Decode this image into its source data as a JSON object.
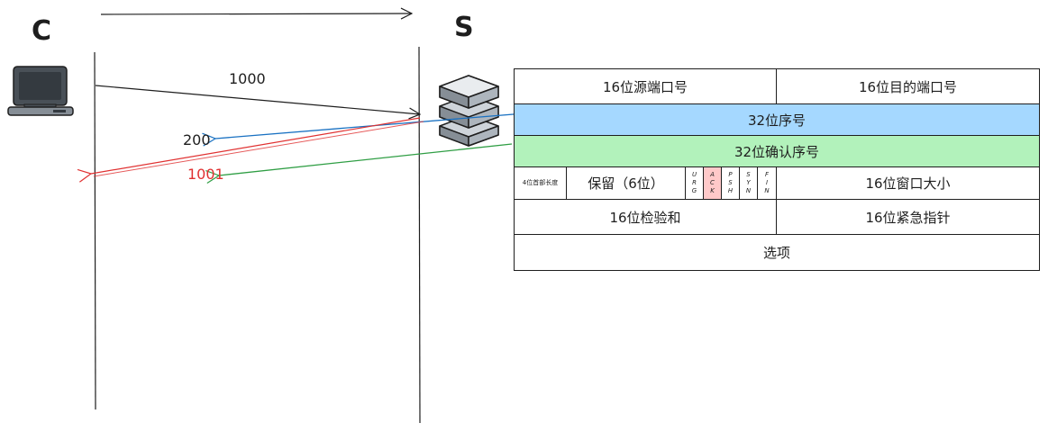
{
  "nodes": {
    "client_label": "C",
    "server_label": "S"
  },
  "messages": {
    "syn_seq": "1000",
    "ack_seq": "200",
    "ack_num": "1001"
  },
  "tcp_header": {
    "row1": {
      "src_port": "16位源端口号",
      "dst_port": "16位目的端口号"
    },
    "row2": {
      "seq": "32位序号"
    },
    "row3": {
      "ack": "32位确认序号"
    },
    "row4": {
      "header_len": "4位首部长度",
      "reserved": "保留（6位）",
      "flags": [
        "URG",
        "ACK",
        "PSH",
        "SYN",
        "FIN"
      ],
      "window": "16位窗口大小"
    },
    "row5": {
      "checksum": "16位检验和",
      "urgent": "16位紧急指针"
    },
    "row6": {
      "options": "选项"
    }
  },
  "colors": {
    "seq_highlight": "#a5d8ff",
    "ack_highlight": "#b2f2bb",
    "ack_flag_highlight": "#ffc9c9",
    "arrow_blue": "#1971c2",
    "arrow_red": "#e03131",
    "arrow_green": "#2f9e44"
  },
  "icons": {
    "client": "desktop-computer-icon",
    "server": "server-stack-icon"
  }
}
